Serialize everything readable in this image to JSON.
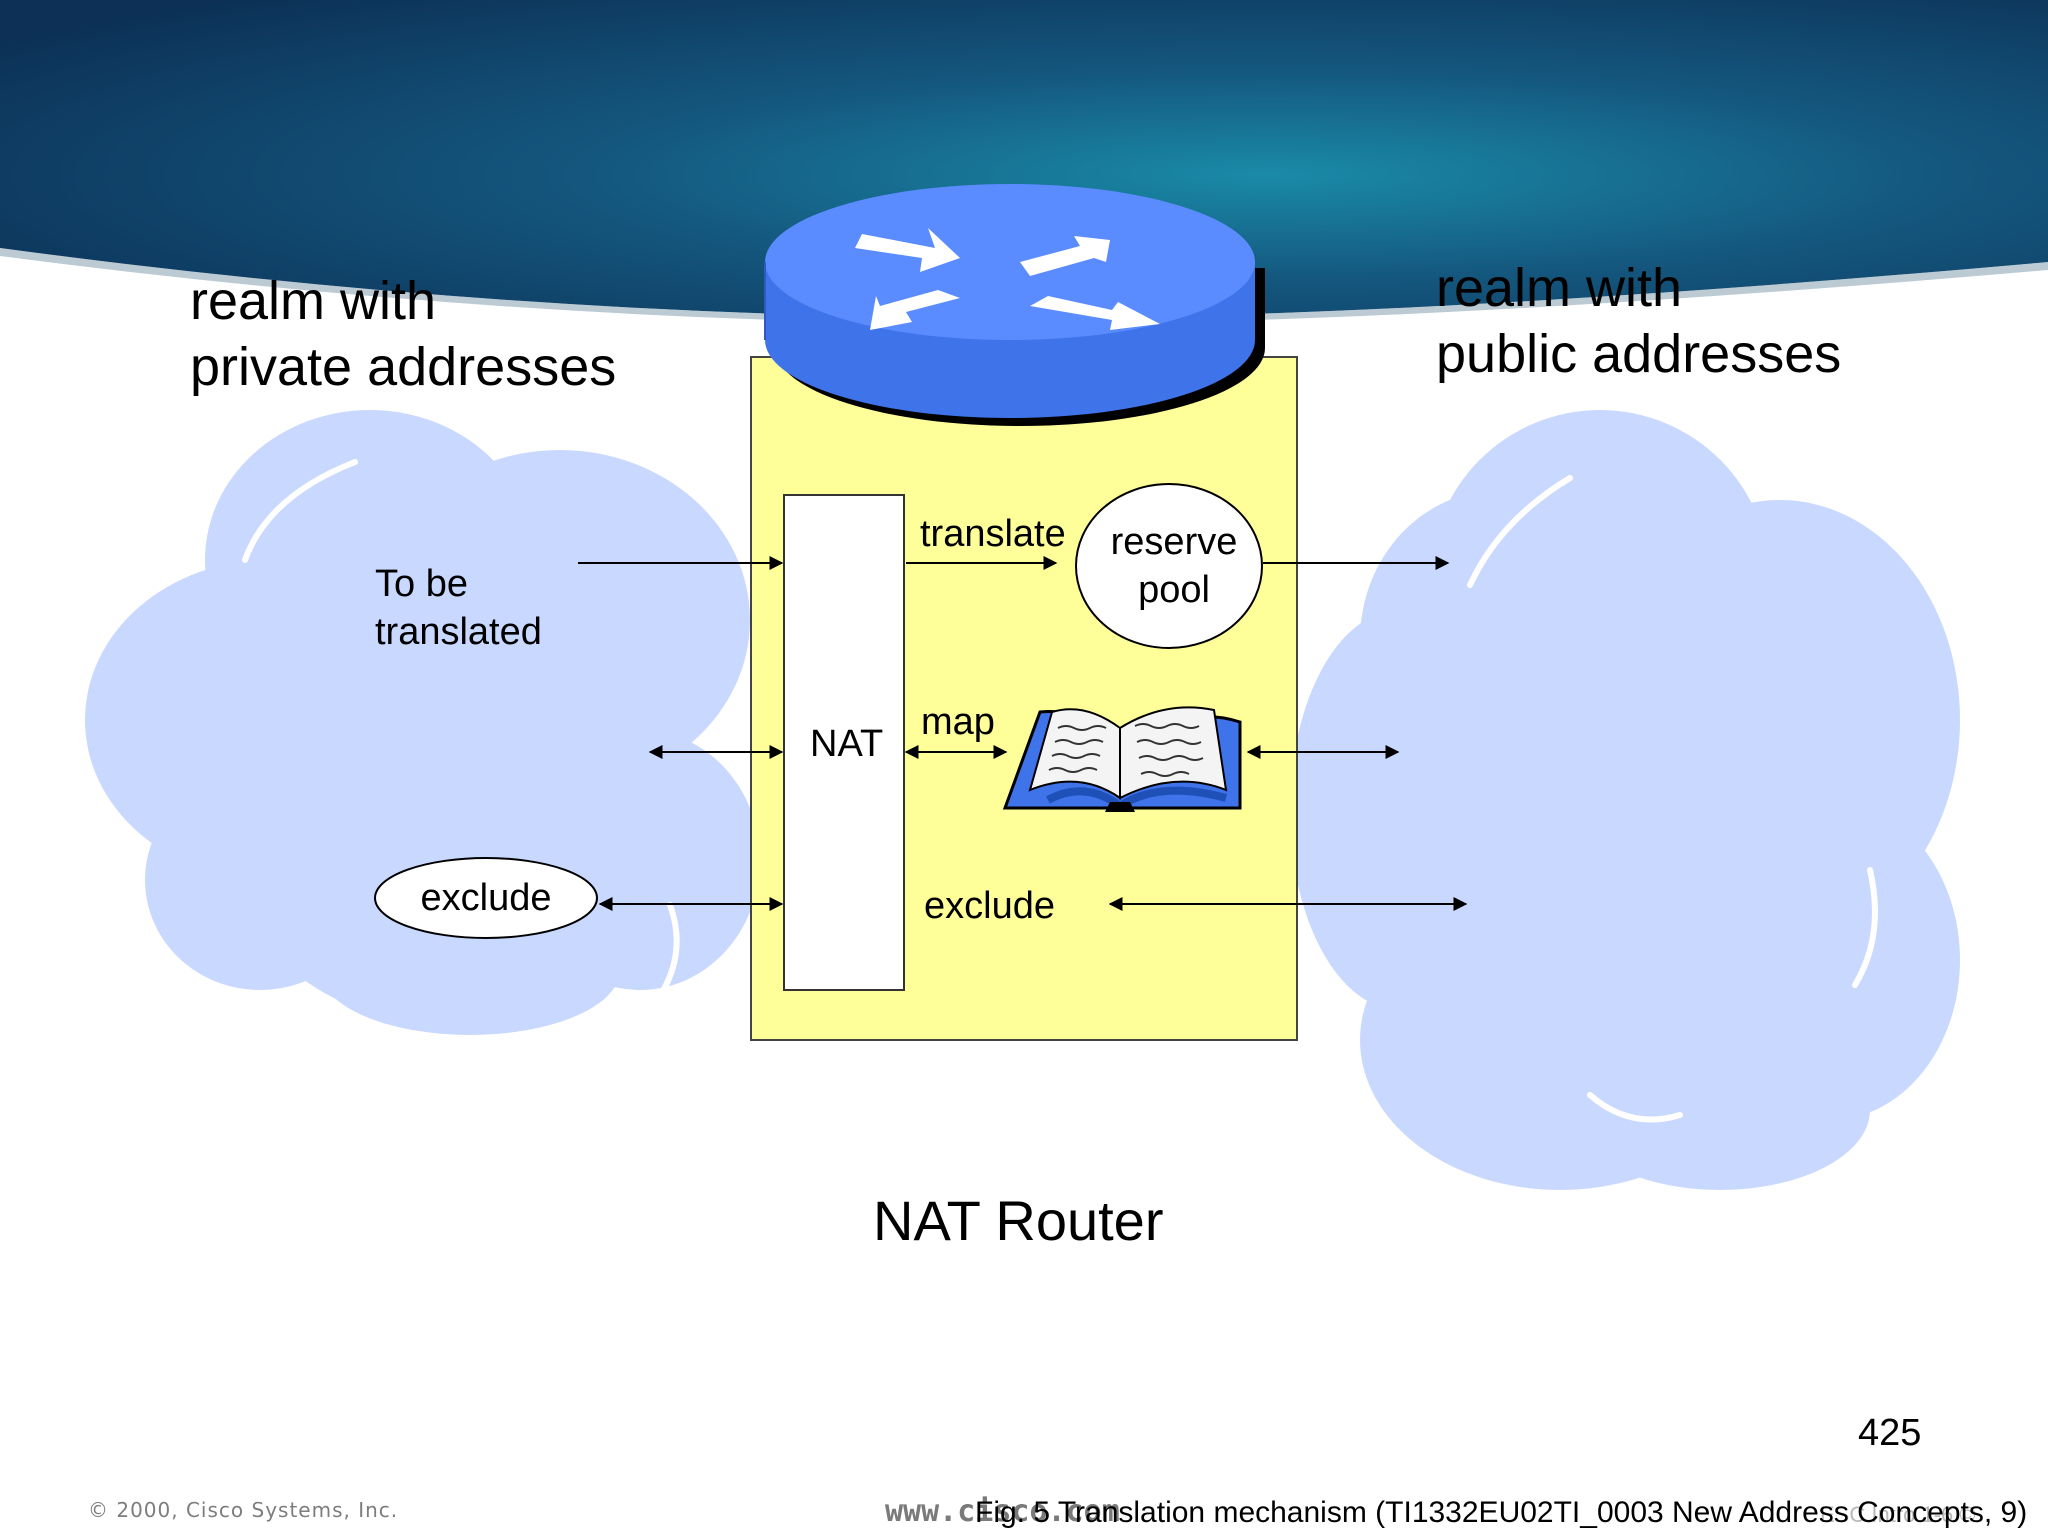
{
  "realm_private": {
    "line1": "realm with",
    "line2": "private addresses"
  },
  "realm_public": {
    "line1": "realm with",
    "line2": "public addresses"
  },
  "to_be_translated": {
    "line1": "To be",
    "line2": "translated"
  },
  "nat_label": "NAT",
  "translate_label": "translate",
  "reserve_pool": {
    "line1": "reserve",
    "line2": "pool"
  },
  "map_label": "map",
  "exclude_left": "exclude",
  "exclude_right": "exclude",
  "router_title": "NAT Router",
  "page_number": "425",
  "footer": {
    "copyright": "© 2000, Cisco Systems, Inc.",
    "website": "www.cisco.com",
    "code": "ESC Intro 1-6 ©",
    "caption": "Fig. 5 Translation mechanism (TI1332EU02TI_0003 New Address Concepts, 9)"
  },
  "colors": {
    "cloud": "#c9d8ff",
    "nat_box": "#ffff99",
    "router": "#3f73ea",
    "header_dark": "#0c3056",
    "header_teal": "#1a8aa8"
  },
  "icons": [
    "router-icon",
    "book-icon",
    "cloud-icon"
  ]
}
